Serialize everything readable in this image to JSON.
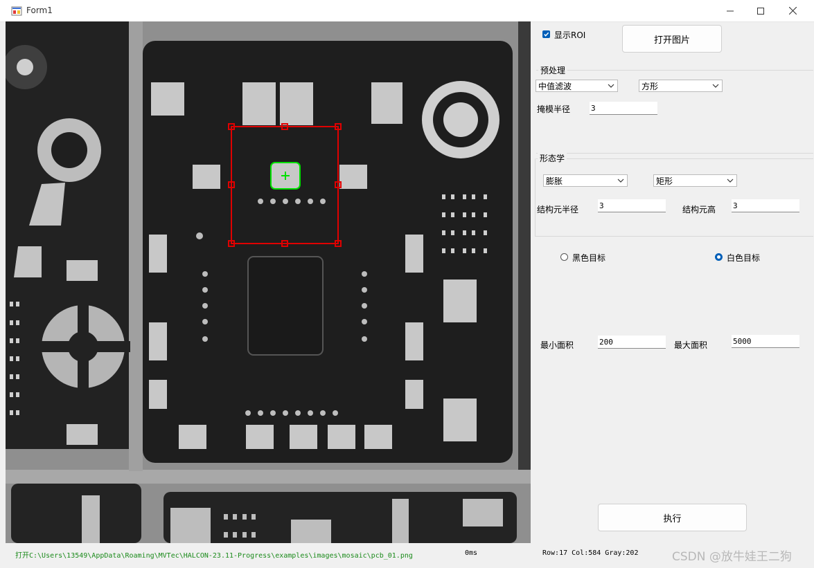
{
  "window": {
    "title": "Form1",
    "controls": [
      "minimize-icon",
      "maximize-icon",
      "close-icon"
    ]
  },
  "viewer": {
    "image_description_icon": "pcb-image",
    "roi_color": "#e00000",
    "result_color": "#00e000"
  },
  "panel": {
    "show_roi_label": "显示ROI",
    "show_roi_checked": true,
    "open_image_label": "打开图片",
    "preprocess": {
      "title": "预处理",
      "filter_value": "中值滤波",
      "shape_value": "方形",
      "mask_radius_label": "掩模半径",
      "mask_radius_value": "3"
    },
    "morphology": {
      "title": "形态学",
      "operation_value": "膨胀",
      "shape_value": "矩形",
      "element_radius_label": "结构元半径",
      "element_radius_value": "3",
      "element_height_label": "结构元高",
      "element_height_value": "3"
    },
    "target": {
      "black_label": "黑色目标",
      "white_label": "白色目标",
      "selected": "white"
    },
    "area": {
      "min_label": "最小面积",
      "min_value": "200",
      "max_label": "最大面积",
      "max_value": "5000"
    },
    "run_label": "执行"
  },
  "status": {
    "path": "打开C:\\Users\\13549\\AppData\\Roaming\\MVTec\\HALCON-23.11-Progress\\examples\\images\\mosaic\\pcb_01.png",
    "time": "0ms",
    "coords": "Row:17  Col:584  Gray:202",
    "watermark": "CSDN @放牛娃王二狗"
  },
  "colors": {
    "accent": "#005fb8",
    "status_green": "#1a8a1a"
  }
}
